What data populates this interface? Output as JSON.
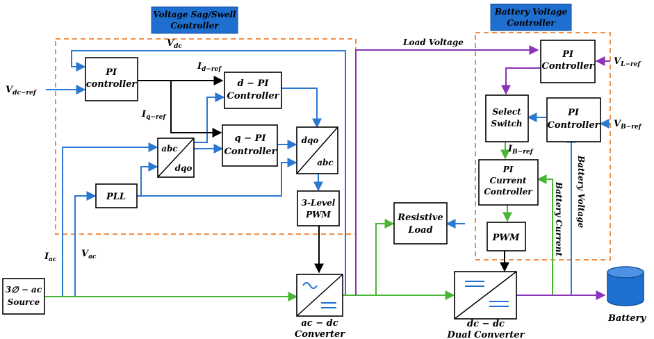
{
  "colors": {
    "header_fill": "#1f6fd1",
    "dashed_box": "#f07f2a",
    "blue_line": "#2b78d2",
    "green_line": "#49b535",
    "purple_line": "#8a33b8",
    "black_line": "#000000",
    "battery": "#1f6fd1"
  },
  "headers": {
    "vsc_line1": "Voltage Sag/Swell",
    "vsc_line2": "Controller",
    "bvc_line1": "Battery Voltage",
    "bvc_line2": "Controller"
  },
  "blocks": {
    "pi_controller_l1": "PI",
    "pi_controller_l2": "controller",
    "d_pi_l1": "d − PI",
    "d_pi_l2": "Controller",
    "q_pi_l1": "q − PI",
    "q_pi_l2": "Controller",
    "abc_dqo_top": "abc",
    "abc_dqo_bottom": "dqo",
    "dqo_abc_top": "dqo",
    "dqo_abc_bottom": "abc",
    "pll": "PLL",
    "pwm3_l1": "3-Level",
    "pwm3_l2": "PWM",
    "source_l1": "3∅ − ac",
    "source_l2": "Source",
    "acdc_l1": "ac − dc",
    "acdc_l2": "Converter",
    "resistive_l1": "Resistive",
    "resistive_l2": "Load",
    "dcdc_l1": "dc − dc",
    "dcdc_l2": "Dual Converter",
    "pi_top_l1": "PI",
    "pi_top_l2": "Controller",
    "select_l1": "Select",
    "select_l2": "Switch",
    "pi_mid_l1": "PI",
    "pi_mid_l2": "Controller",
    "pi_current_l1": "PI",
    "pi_current_l2": "Current",
    "pi_current_l3": "Controller",
    "pwm": "PWM",
    "battery": "Battery"
  },
  "signals": {
    "vdc_main": "V",
    "vdc_main_sub": "dc",
    "vdc_ref": "V",
    "vdc_ref_sub": "dc−ref",
    "id_ref": "I",
    "id_ref_sub": "d−ref",
    "iq_ref": "I",
    "iq_ref_sub": "q−ref",
    "iac": "I",
    "iac_sub": "ac",
    "vac": "V",
    "vac_sub": "ac",
    "load_voltage": "Load Voltage",
    "vl_ref": "V",
    "vl_ref_sub": "L−ref",
    "vb_ref": "V",
    "vb_ref_sub": "B−ref",
    "ib_ref": "I",
    "ib_ref_sub": "B−ref",
    "battery_voltage": "Battery Voltage",
    "battery_current": "Battery Current"
  }
}
